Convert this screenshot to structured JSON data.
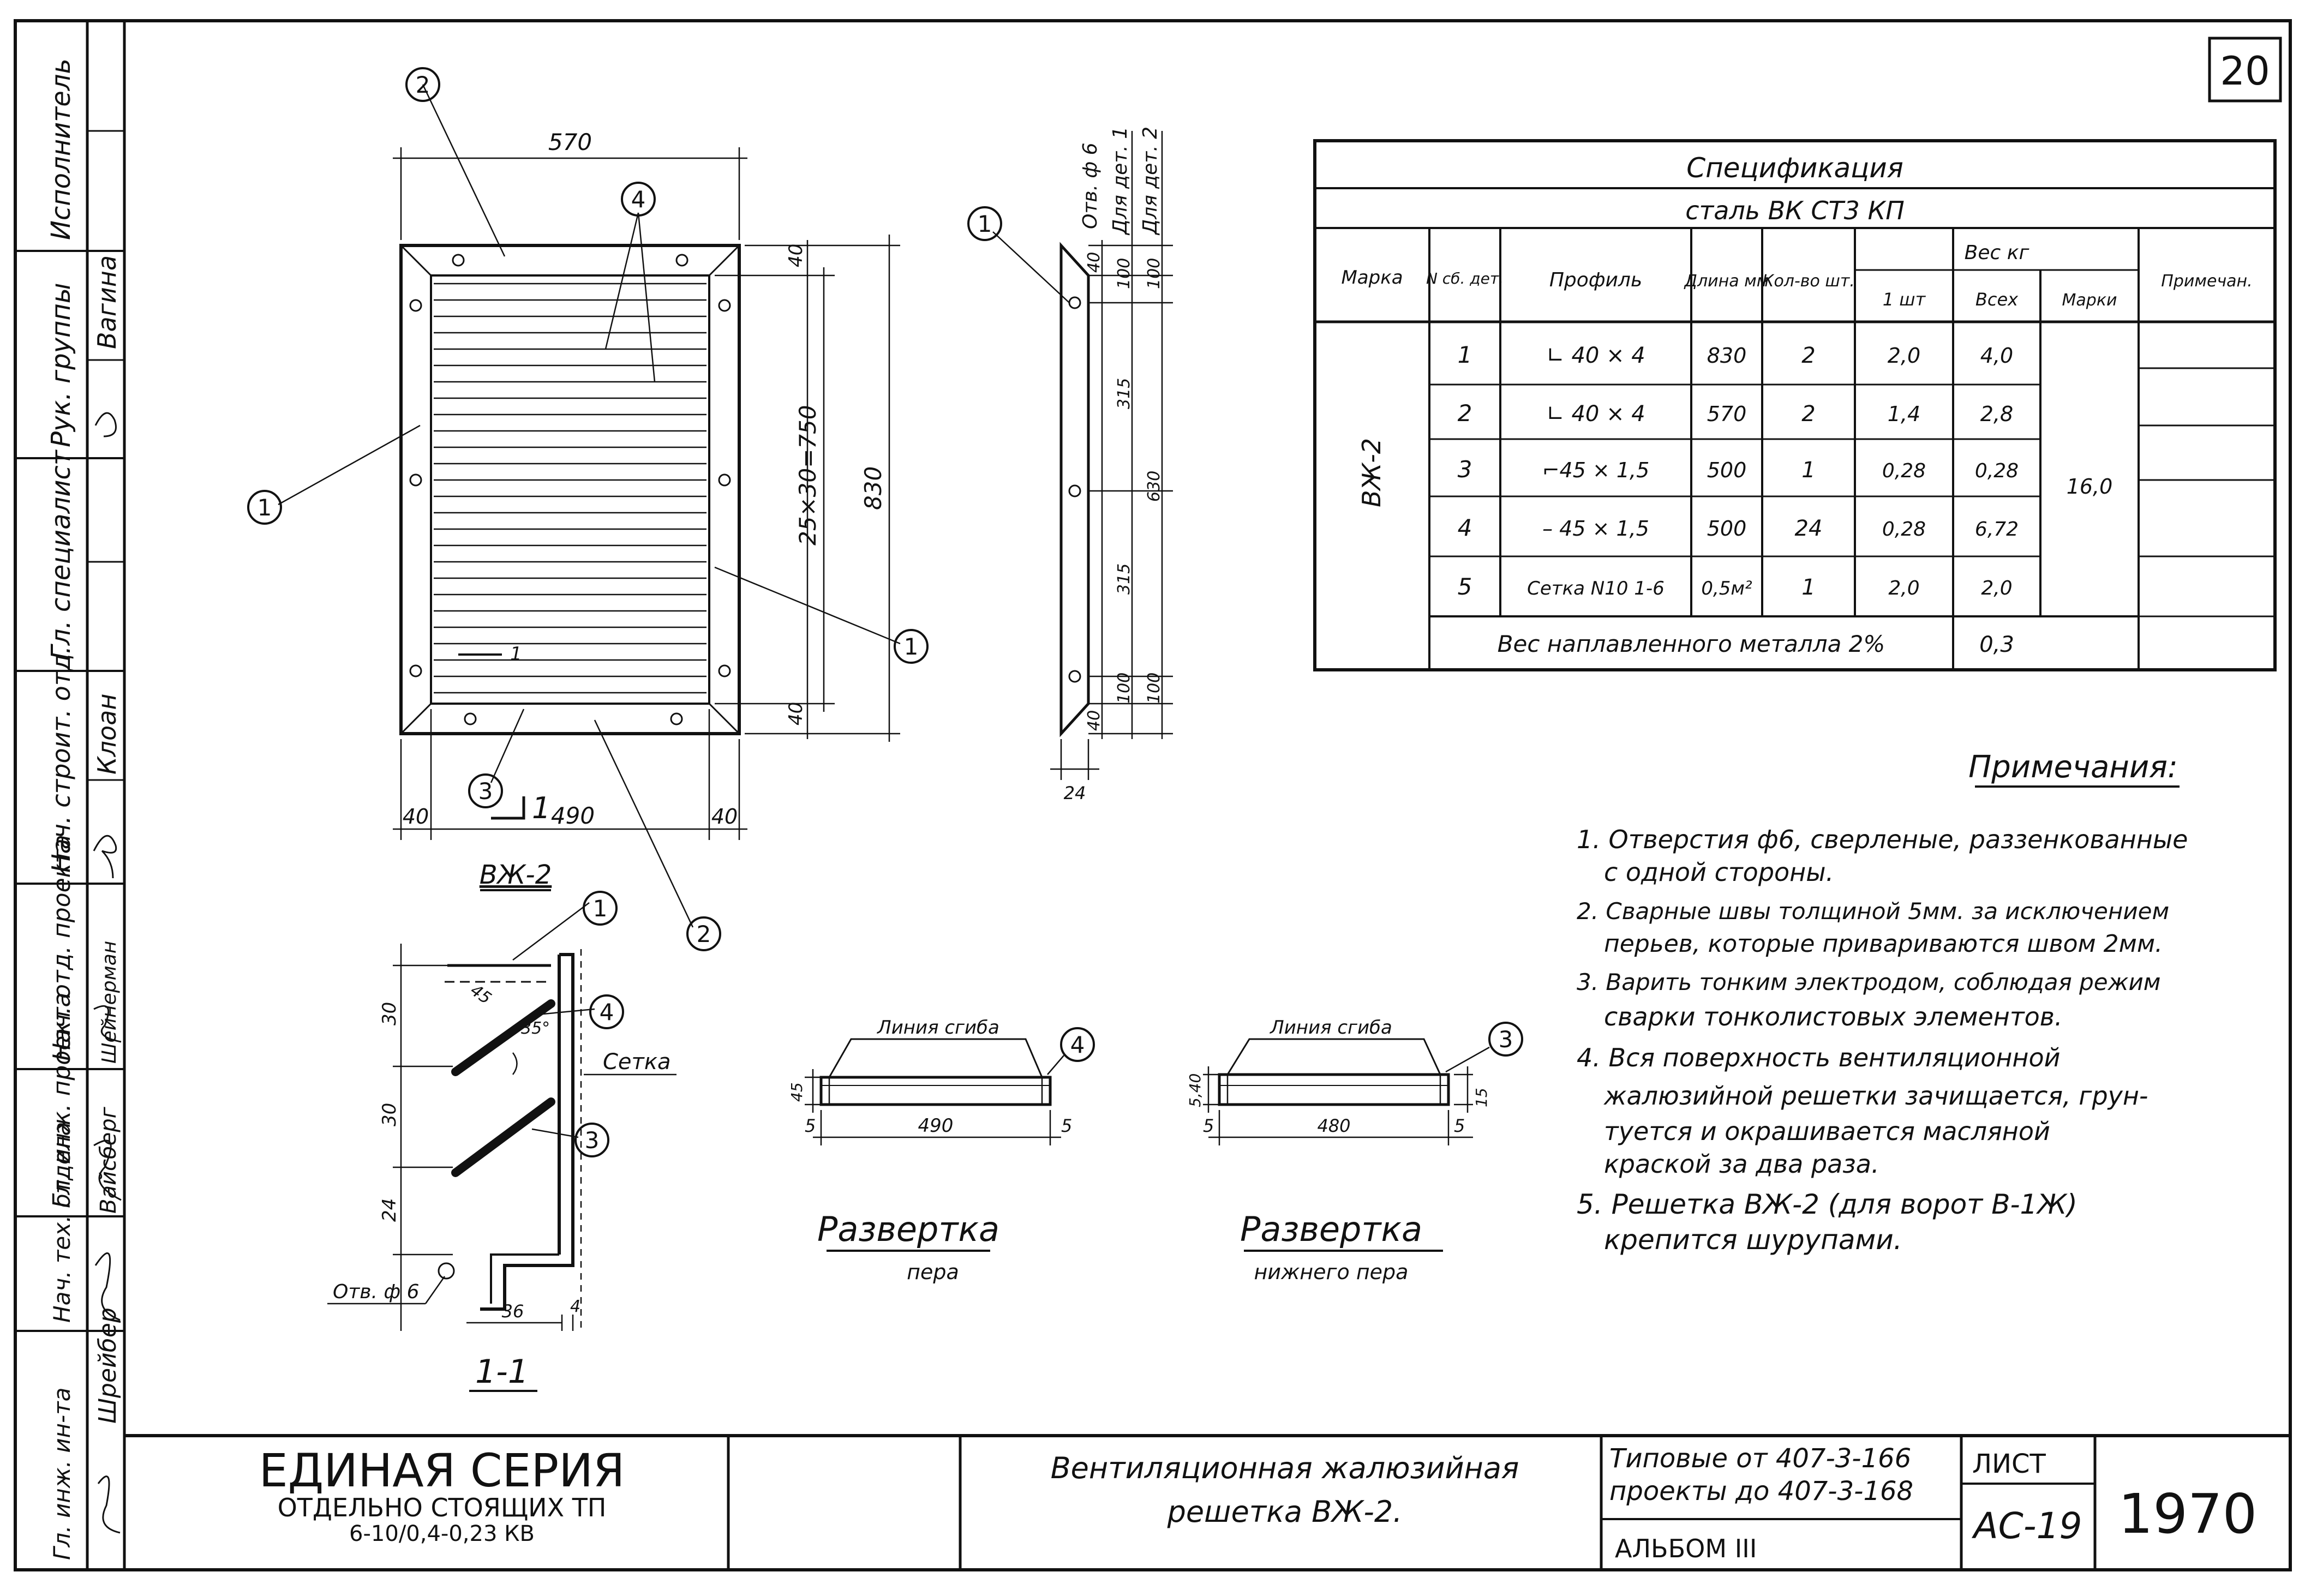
{
  "sheet_number": "20",
  "left_strip": {
    "roles": [
      "Исполнитель",
      "Рук. группы",
      "Гл. специалист",
      "Нач. строит. отд.",
      "Нач. отд. проекта",
      "Гл. инж. проекта",
      "Нач. тех. отдела",
      "Гл. инж. ин-та"
    ],
    "names": [
      "Вагина",
      "Клоан",
      "Шейнерман",
      "Вайсберг",
      "Шрейбер"
    ]
  },
  "main_view": {
    "caption": "ВЖ-2",
    "dim_top": "570",
    "dim_louvers": "25×30=750",
    "dim_height": "830",
    "dim_bottom_mid": "490",
    "dim_bottom_left": "40",
    "dim_bottom_right": "40",
    "dim_right_top": "40",
    "dim_right_bottom": "40",
    "section_mark": "1",
    "callouts": [
      "1",
      "2",
      "3",
      "4"
    ]
  },
  "side_view": {
    "label_hole": "Отв. ф 6",
    "label_det1": "Для дет. 1",
    "label_det2": "Для дет. 2",
    "dim_40_top": "40",
    "dim_100_top": "100",
    "dim_315_top": "315",
    "dim_630": "630",
    "dim_315_bot": "315",
    "dim_100_bot": "100",
    "dim_40_bot": "40",
    "dim_24": "24",
    "callout": "1"
  },
  "section_view": {
    "caption": "1-1",
    "dim_30a": "30",
    "dim_30b": "30",
    "dim_24": "24",
    "dim_36": "36",
    "dim_4": "4",
    "dim_45": "45",
    "angle": "35°",
    "label_mesh": "Сетка",
    "label_hole": "Отв. ф 6",
    "callouts": [
      "1",
      "4",
      "3"
    ]
  },
  "development_1": {
    "bend_line": "Линия сгиба",
    "dim_length": "490",
    "dim_left": "5",
    "dim_right": "5",
    "dim_width": "45",
    "callout": "4",
    "title": "Развертка",
    "subtitle": "пера"
  },
  "development_2": {
    "bend_line": "Линия сгиба",
    "dim_length": "480",
    "dim_left": "5",
    "dim_right": "5",
    "dim_width": "5,40",
    "dim_rside": "15",
    "callout": "3",
    "title": "Развертка",
    "subtitle": "нижнего пера"
  },
  "spec_table": {
    "title": "Спецификация",
    "material": "сталь ВК СТ3 КП",
    "headers": {
      "mark": "Марка",
      "detail_no": "N сб. дет.",
      "profile": "Профиль",
      "length": "Длина мм",
      "qty": "Кол-во шт.",
      "weight": "Вес кг",
      "w_one": "1 шт",
      "w_all": "Всех",
      "w_mark": "Марки",
      "note": "Примечан."
    },
    "mark_value": "ВЖ-2",
    "mark_weight": "16,0",
    "rows": [
      {
        "n": "1",
        "profile": "∟ 40 × 4",
        "length": "830",
        "qty": "2",
        "w1": "2,0",
        "wall": "4,0"
      },
      {
        "n": "2",
        "profile": "∟ 40 × 4",
        "length": "570",
        "qty": "2",
        "w1": "1,4",
        "wall": "2,8"
      },
      {
        "n": "3",
        "profile": "⌐45 × 1,5",
        "length": "500",
        "qty": "1",
        "w1": "0,28",
        "wall": "0,28"
      },
      {
        "n": "4",
        "profile": "– 45 × 1,5",
        "length": "500",
        "qty": "24",
        "w1": "0,28",
        "wall": "6,72"
      },
      {
        "n": "5",
        "profile": "Сетка N10 1-6",
        "length": "0,5м²",
        "qty": "1",
        "w1": "2,0",
        "wall": "2,0"
      }
    ],
    "weld_label": "Вес наплавленного металла 2%",
    "weld_value": "0,3"
  },
  "notes": {
    "title": "Примечания:",
    "items": [
      "1. Отверстия ф6, сверленые, раззенкованные",
      "с одной стороны.",
      "2. Сварные швы толщиной 5мм. за исключением",
      "перьев, которые привариваются швом 2мм.",
      "3. Варить тонким электродом, соблюдая режим",
      "сварки тонколистовых элементов.",
      "4. Вся поверхность вентиляционной",
      "жалюзийной решетки зачищается, грун-",
      "туется и окрашивается масляной",
      "краской за два раза.",
      "5. Решетка ВЖ-2 (для ворот В-1Ж)",
      "крепится шурупами."
    ]
  },
  "title_block": {
    "series_title": "ЕДИНАЯ СЕРИЯ",
    "series_sub1": "ОТДЕЛЬНО СТОЯЩИХ ТП",
    "series_sub2": "6-10/0,4-0,23 КВ",
    "drawing_title1": "Вентиляционная жалюзийная",
    "drawing_title2": "решетка ВЖ-2.",
    "project1": "Типовые от 407-3-166",
    "project2": "проекты до 407-3-168",
    "album": "АЛЬБОМ III",
    "sheet_label": "ЛИСТ",
    "sheet_code": "АС-19",
    "year": "1970"
  }
}
